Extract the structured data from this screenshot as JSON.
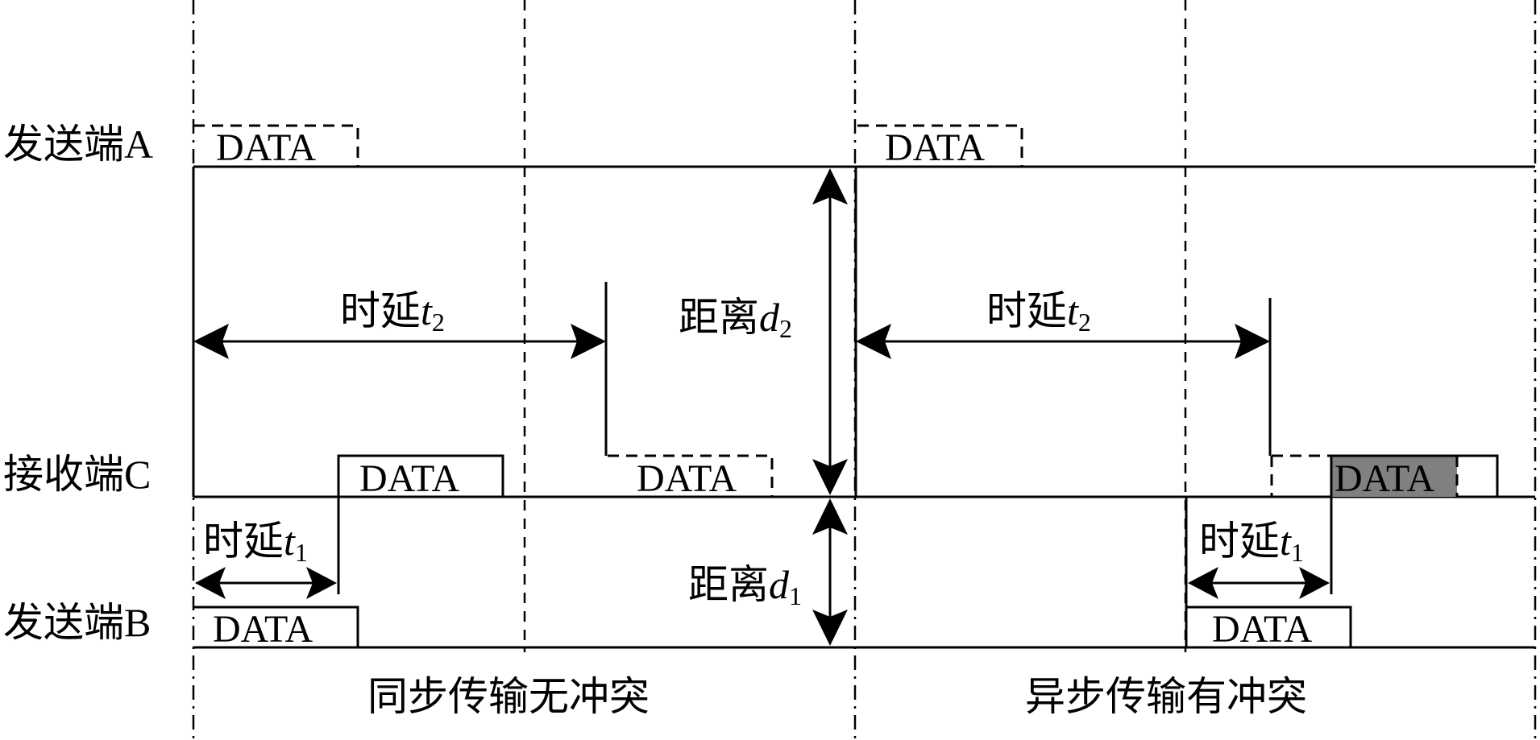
{
  "labels": {
    "sender_a": "发送端A",
    "receiver_c": "接收端C",
    "sender_b": "发送端B",
    "data": "DATA",
    "delay_prefix": "时延",
    "delay_var": "t",
    "sub_2": "2",
    "sub_1": "1",
    "distance_prefix": "距离",
    "distance_var": "d",
    "sync_caption": "同步传输无冲突",
    "async_caption": "异步传输有冲突"
  },
  "colors": {
    "line": "#000000",
    "collision_fill": "#808080",
    "background": "#ffffff"
  }
}
